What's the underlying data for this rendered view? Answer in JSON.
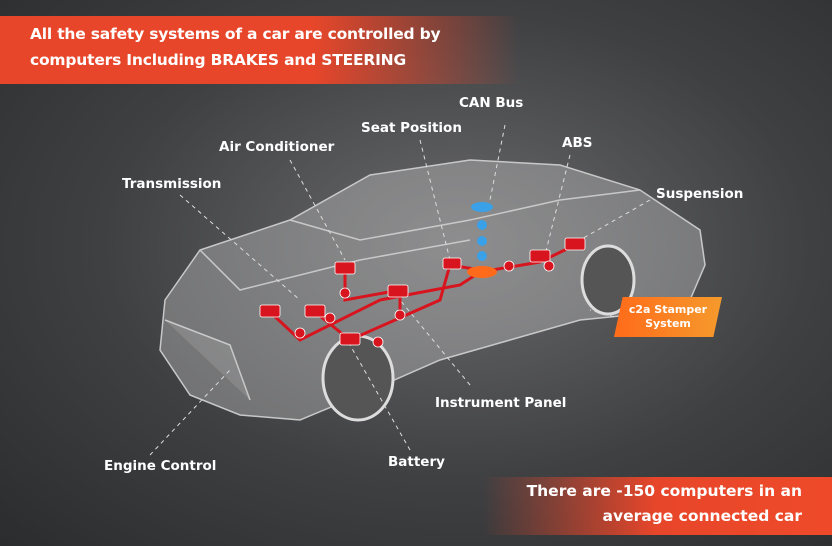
{
  "header": {
    "line1": "All the safety systems of a car are controlled by",
    "line2": "computers Including BRAKES and STEERING"
  },
  "footer": {
    "line1": "There are -150 computers in an",
    "line2": "average connected car"
  },
  "labels": {
    "can_bus": "CAN Bus",
    "seat_position": "Seat Position",
    "air_conditioner": "Air Conditioner",
    "abs": "ABS",
    "transmission": "Transmission",
    "suspension": "Suspension",
    "instrument_panel": "Instrument Panel",
    "battery": "Battery",
    "engine_control": "Engine Control"
  },
  "stamper": {
    "line1": "c2a Stamper",
    "line2": "System"
  },
  "colors": {
    "accent": "#e8462a",
    "node": "#d8141e",
    "bus": "#3aa0e8",
    "stamper": "#ff6b1a"
  }
}
